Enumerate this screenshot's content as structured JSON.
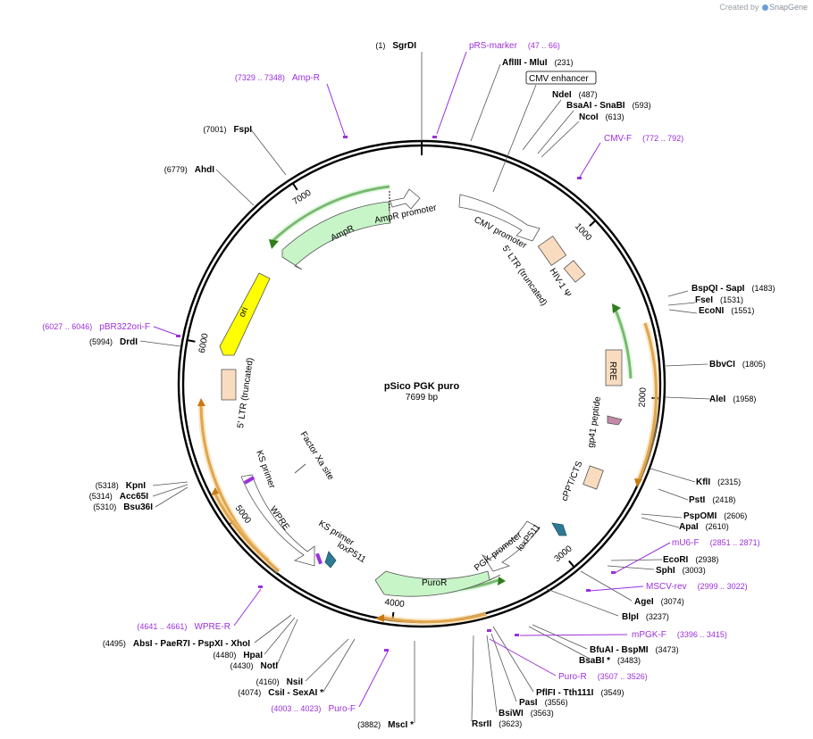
{
  "branding": {
    "created_by": "Created by",
    "app": "SnapGene"
  },
  "plasmid": {
    "name": "pSico PGK puro",
    "length_label": "7699 bp",
    "length": 7699
  },
  "tick_labels": [
    "1000",
    "2000",
    "3000",
    "4000",
    "5000",
    "6000",
    "7000"
  ],
  "colors": {
    "backbone": "#000000",
    "primer": "#9b30d9",
    "amp": "#c8f5c8",
    "amp_band": "#2d7d1a",
    "ori": "#ffff00",
    "cmv": "#ffffff",
    "ltr": "#f9dcc0",
    "orange_band": "#c87a12",
    "rre": "#f9dcc0",
    "gp41": "#c48aa8",
    "loxp": "#2f7a93"
  },
  "enzymes_right": [
    {
      "name": "AflIII  -  MluI",
      "pos": "(231)"
    },
    {
      "name": "NdeI",
      "pos": "(487)"
    },
    {
      "name": "BsaAI  -  SnaBI",
      "pos": "(593)"
    },
    {
      "name": "NcoI",
      "pos": "(613)"
    },
    {
      "name": "BspQI  -  SapI",
      "pos": "(1483)"
    },
    {
      "name": "FseI",
      "pos": "(1531)"
    },
    {
      "name": "EcoNI",
      "pos": "(1551)"
    },
    {
      "name": "BbvCI",
      "pos": "(1805)"
    },
    {
      "name": "AleI",
      "pos": "(1958)"
    },
    {
      "name": "KflI",
      "pos": "(2315)"
    },
    {
      "name": "PstI",
      "pos": "(2418)"
    },
    {
      "name": "PspOMI",
      "pos": "(2606)"
    },
    {
      "name": "ApaI",
      "pos": "(2610)"
    },
    {
      "name": "EcoRI",
      "pos": "(2938)"
    },
    {
      "name": "SphI",
      "pos": "(3003)"
    },
    {
      "name": "AgeI",
      "pos": "(3074)"
    },
    {
      "name": "BlpI",
      "pos": "(3237)"
    },
    {
      "name": "BfuAI  -  BspMI",
      "pos": "(3473)"
    },
    {
      "name": "BsaBI *",
      "pos": "(3483)"
    },
    {
      "name": "PflFI  -  Tth111I",
      "pos": "(3549)"
    },
    {
      "name": "PasI",
      "pos": "(3556)"
    },
    {
      "name": "BsiWI",
      "pos": "(3563)"
    },
    {
      "name": "RsrII",
      "pos": "(3623)"
    }
  ],
  "enzymes_left": [
    {
      "name": "SgrDI",
      "pos": "(1)"
    },
    {
      "name": "FspI",
      "pos": "(7001)"
    },
    {
      "name": "AhdI",
      "pos": "(6779)"
    },
    {
      "name": "DrdI",
      "pos": "(5994)"
    },
    {
      "name": "KpnI",
      "pos": "(5318)"
    },
    {
      "name": "Acc65I",
      "pos": "(5314)"
    },
    {
      "name": "Bsu36I",
      "pos": "(5310)"
    },
    {
      "name": "AbsI  -  PaeR7I  -  PspXI  -  XhoI",
      "pos": "(4495)"
    },
    {
      "name": "HpaI",
      "pos": "(4480)"
    },
    {
      "name": "NotI",
      "pos": "(4430)"
    },
    {
      "name": "NsiI",
      "pos": "(4160)"
    },
    {
      "name": "CsiI  -  SexAI *",
      "pos": "(4074)"
    },
    {
      "name": "MscI *",
      "pos": "(3882)"
    }
  ],
  "primers": [
    {
      "name": "pRS-marker",
      "range": "(47 .. 66)"
    },
    {
      "name": "Amp-R",
      "range": "(7329 .. 7348)"
    },
    {
      "name": "CMV-F",
      "range": "(772 .. 792)"
    },
    {
      "name": "pBR322ori-F",
      "range": "(6027 .. 6046)"
    },
    {
      "name": "mU6-F",
      "range": "(2851 .. 2871)"
    },
    {
      "name": "MSCV-rev",
      "range": "(2999 .. 3022)"
    },
    {
      "name": "mPGK-F",
      "range": "(3396 .. 3415)"
    },
    {
      "name": "Puro-R",
      "range": "(3507 .. 3526)"
    },
    {
      "name": "WPRE-R",
      "range": "(4641 .. 4661)"
    },
    {
      "name": "Puro-F",
      "range": "(4003 .. 4023)"
    }
  ],
  "features": {
    "cmv_enhancer": "CMV enhancer",
    "cmv_promoter": "CMV promoter",
    "ltr5_trunc": "5' LTR (truncated)",
    "hiv_psi": "HIV-1 Ψ",
    "rre": "RRE",
    "gp41": "gp41 peptide",
    "cppt": "cPPT/CTS",
    "loxp1": "loxP511",
    "pgk": "PGK promoter",
    "puro": "PuroR",
    "ks1": "KS primer",
    "loxp2": "loxP511",
    "wpre": "WPRE",
    "ks2": "KS primer",
    "factor_xa": "Factor Xa site",
    "ltr5b": "5' LTR (truncated)",
    "ori": "ori",
    "ampr": "AmpR",
    "amp_promoter": "AmpR promoter"
  }
}
